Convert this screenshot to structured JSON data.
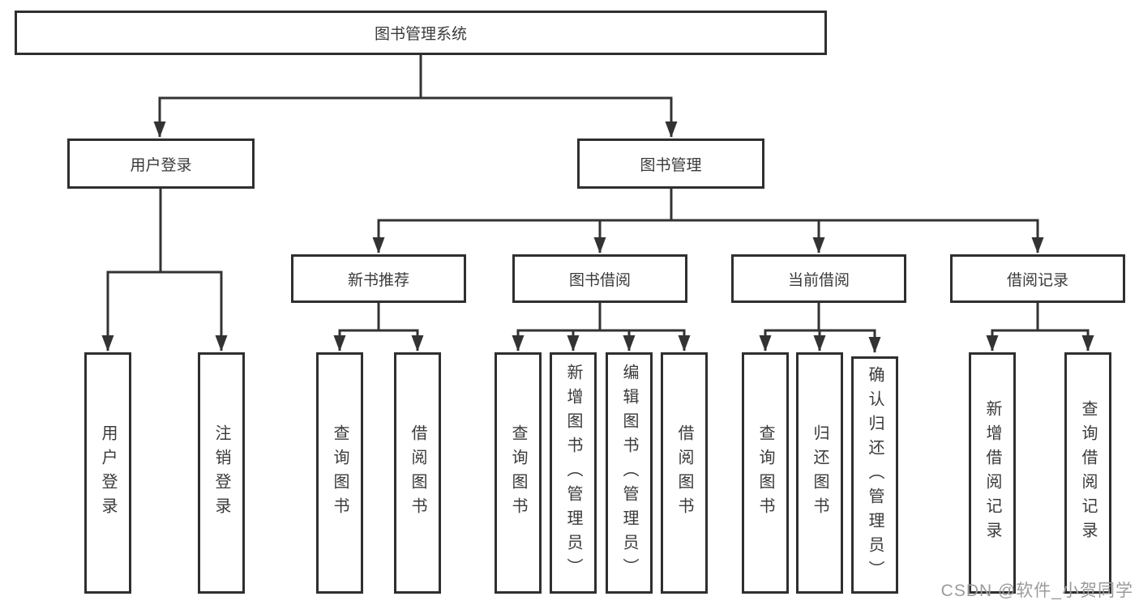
{
  "diagram": {
    "root": "图书管理系统",
    "branches": [
      "用户登录",
      "图书管理"
    ],
    "modules": [
      "新书推荐",
      "图书借阅",
      "当前借阅",
      "借阅记录"
    ],
    "login_leaves": [
      "用户登录",
      "注销登录"
    ],
    "recommend_leaves": [
      "查询图书",
      "借阅图书"
    ],
    "borrow_leaves": [
      "查询图书",
      "新增图书（管理员）",
      "编辑图书（管理员）",
      "借阅图书"
    ],
    "current_leaves": [
      "查询图书",
      "归还图书",
      "确认归还（管理员）"
    ],
    "record_leaves": [
      "新增借阅记录",
      "查询借阅记录"
    ]
  },
  "watermark": "CSDN @软件_小贺同学",
  "colors": {
    "line": "#333333",
    "border": "#2f2f2f",
    "text": "#3a3a3a",
    "watermark_text": "#9b9b9b",
    "background": "#ffffff"
  }
}
